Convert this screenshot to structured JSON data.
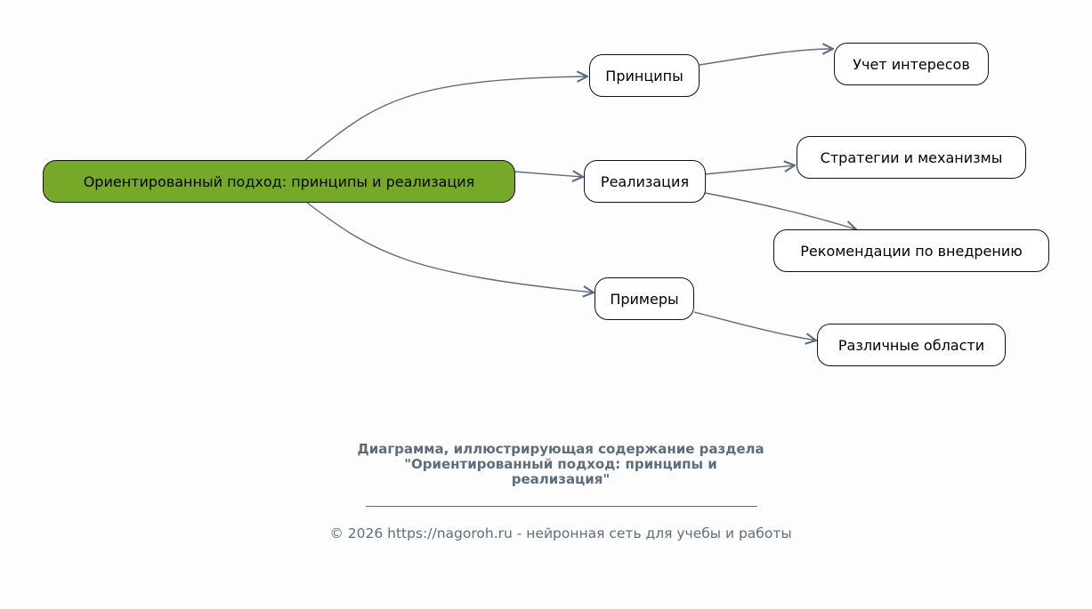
{
  "diagram": {
    "root": "Ориентированный подход: принципы и реализация",
    "branches": [
      {
        "label": "Принципы",
        "children": [
          "Учет интересов"
        ]
      },
      {
        "label": "Реализация",
        "children": [
          "Стратегии и механизмы",
          "Рекомендации по внедрению"
        ]
      },
      {
        "label": "Примеры",
        "children": [
          "Различные области"
        ]
      }
    ]
  },
  "caption": {
    "line1": "Диаграмма, иллюстрирующая содержание раздела",
    "line2": "\"Ориентированный подход: принципы и",
    "line3": "реализация\""
  },
  "footer": "© 2026 https://nagoroh.ru - нейронная сеть для учебы и работы",
  "colors": {
    "root_fill": "#77a928",
    "edge": "#5d6d7e",
    "caption": "#5d6d7e"
  }
}
